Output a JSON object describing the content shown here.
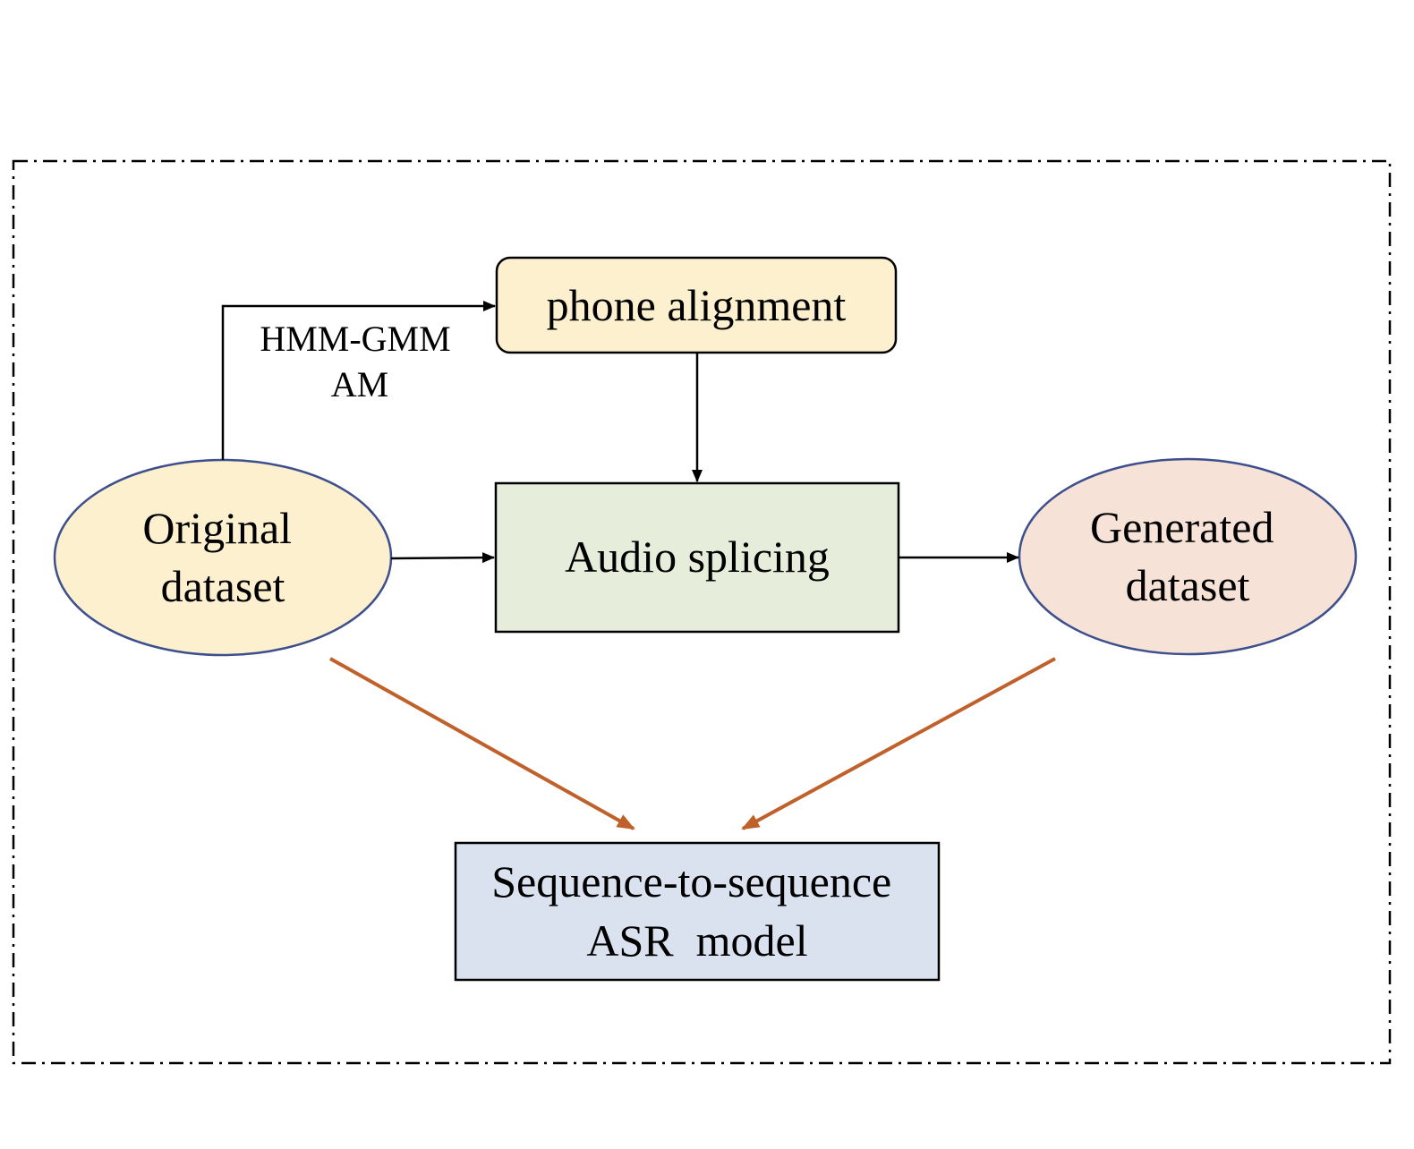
{
  "nodes": {
    "original": {
      "lines": [
        "Original",
        "dataset"
      ],
      "fill": "#fcf0cf"
    },
    "phone_alignment": {
      "lines": [
        "phone alignment"
      ],
      "fill": "#fcf0cf"
    },
    "audio_splicing": {
      "lines": [
        "Audio splicing"
      ],
      "fill": "#e6eedb"
    },
    "generated": {
      "lines": [
        "Generated",
        "dataset"
      ],
      "fill": "#f6e2d6"
    },
    "asr_model": {
      "lines": [
        "Sequence-to-sequence",
        "ASR  model"
      ],
      "fill": "#dbe2ef"
    }
  },
  "edge_labels": {
    "hmm_gmm": {
      "lines": [
        "HMM-GMM",
        "AM"
      ]
    }
  },
  "colors": {
    "ellipse_stroke": "#3d4f8c",
    "box_stroke": "#000000",
    "black_arrow": "#000000",
    "training_arrow": "#c0602a",
    "frame": "#000000"
  }
}
